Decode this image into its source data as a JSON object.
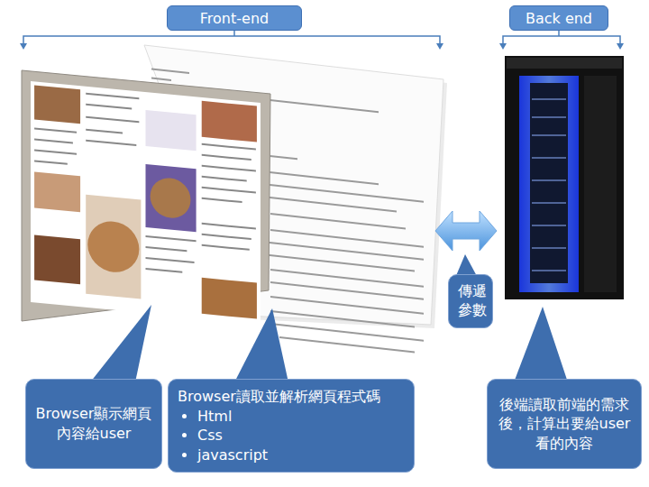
{
  "diagram": {
    "nodes": [
      {
        "text": [
          "Front-end"
        ]
      },
      {
        "text": [
          "Back end"
        ]
      },
      {
        "text": [
          "傳遞參數"
        ]
      },
      {
        "text": [
          "Browser顯示網頁內容給user"
        ]
      },
      {
        "text": [
          "Browser讀取並解析網頁程式碼",
          "Html",
          "Css",
          "javascript"
        ]
      },
      {
        "text": [
          "後端讀取前端的需求後，計算出要給user看的內容"
        ]
      }
    ]
  }
}
